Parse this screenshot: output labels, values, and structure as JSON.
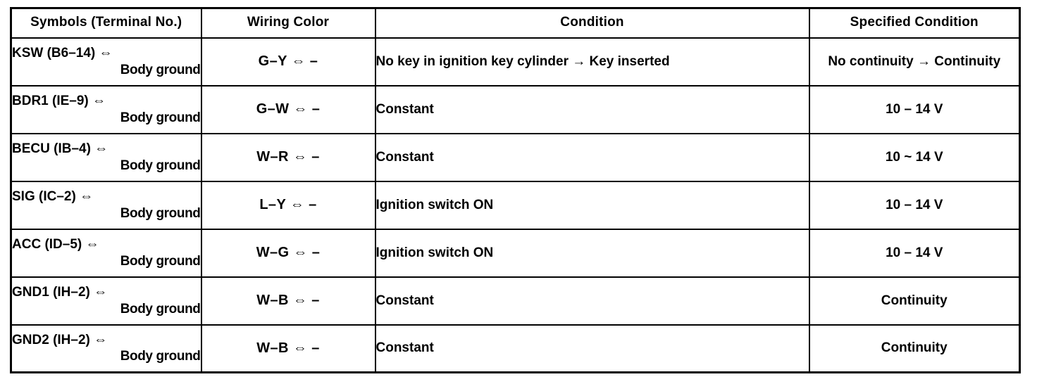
{
  "table": {
    "headers": [
      "Symbols (Terminal No.)",
      "Wiring  Color",
      "Condition",
      "Specified Condition"
    ],
    "rows": [
      {
        "symbol_terminal": "KSW (B6–14) ⇔",
        "symbol_ground": "Body ground",
        "wiring_color": "G–Y ⇔ –",
        "condition": "No key in ignition key cylinder → Key inserted",
        "specified_condition": "No continuity → Continuity"
      },
      {
        "symbol_terminal": "BDR1 (IE–9) ⇔",
        "symbol_ground": "Body ground",
        "wiring_color": "G–W ⇔ –",
        "condition": "Constant",
        "specified_condition": "10 – 14 V"
      },
      {
        "symbol_terminal": "BECU (IB–4) ⇔",
        "symbol_ground": "Body ground",
        "wiring_color": "W–R ⇔ –",
        "condition": "Constant",
        "specified_condition": "10 ~ 14 V"
      },
      {
        "symbol_terminal": "SIG (IC–2) ⇔",
        "symbol_ground": "Body ground",
        "wiring_color": "L–Y ⇔ –",
        "condition": "Ignition switch ON",
        "specified_condition": "10 – 14 V"
      },
      {
        "symbol_terminal": "ACC (ID–5) ⇔",
        "symbol_ground": "Body ground",
        "wiring_color": "W–G ⇔ –",
        "condition": "Ignition switch ON",
        "specified_condition": "10 – 14 V"
      },
      {
        "symbol_terminal": "GND1 (IH–2) ⇔",
        "symbol_ground": "Body ground",
        "wiring_color": "W–B ⇔ –",
        "condition": "Constant",
        "specified_condition": "Continuity"
      },
      {
        "symbol_terminal": "GND2 (IH–2) ⇔",
        "symbol_ground": "Body ground",
        "wiring_color": "W–B ⇔ –",
        "condition": "Constant",
        "specified_condition": "Continuity"
      }
    ]
  },
  "colors": {
    "ink": "#000000",
    "paper": "#ffffff"
  }
}
